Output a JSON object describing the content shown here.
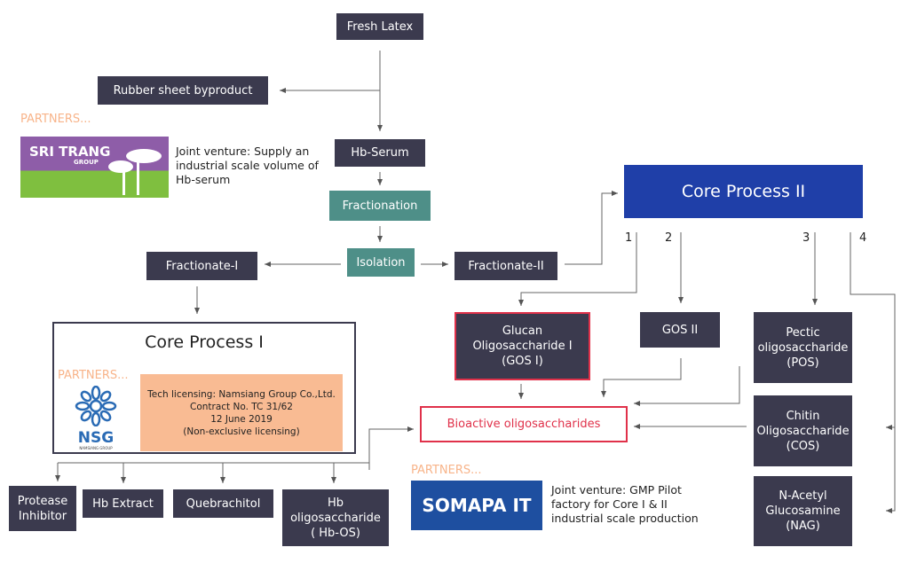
{
  "nodes": {
    "fresh_latex": "Fresh  Latex",
    "rubber_sheet": "Rubber sheet byproduct",
    "hb_serum": "Hb-Serum",
    "fractionation": "Fractionation",
    "isolation": "Isolation",
    "fractionate_1": "Fractionate-I",
    "fractionate_2": "Fractionate-II",
    "core_process_2": "Core Process II",
    "core_process_1": "Core Process I",
    "glucan": "Glucan Oligosaccharide I (GOS I)",
    "gos2": "GOS II",
    "pectic": "Pectic oligosaccharide (POS)",
    "chitin": "Chitin Oligosaccharide (COS)",
    "nag": "N-Acetyl Glucosamine (NAG)",
    "bioactive": "Bioactive oligosaccharides",
    "protease": "Protease Inhibitor",
    "hb_extract": "Hb Extract",
    "quebrachitol": "Quebrachitol",
    "hb_os": "Hb oligosaccharide ( Hb-OS)"
  },
  "branch_numbers": [
    "1",
    "2",
    "3",
    "4"
  ],
  "partners": {
    "label": "PARTNERS...",
    "sri_trang": {
      "logo_text": "SRI TRANG",
      "logo_sub": "GROUP",
      "desc": "Joint venture: Supply an industrial scale volume of Hb-serum"
    },
    "nsg": {
      "logo_text": "NSG",
      "logo_sub": "NAMSIANG GROUP",
      "lines": [
        "Tech licensing: Namsiang Group Co.,Ltd.",
        "Contract No. TC 31/62",
        "12 June 2019",
        "(Non-exclusive licensing)"
      ]
    },
    "somapa": {
      "logo_text": "SOMAPA IT",
      "desc": "Joint venture: GMP Pilot factory for Core I & II industrial scale production"
    }
  },
  "colors": {
    "box": "#3b3a4e",
    "teal": "#4e8f88",
    "core2": "#1f3fa8",
    "highlight": "#e0314a",
    "partners": "#f8b48a",
    "license_bg": "#f9bb93"
  }
}
